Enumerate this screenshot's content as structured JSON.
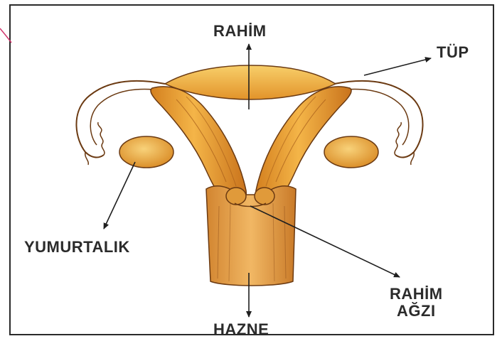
{
  "labels": {
    "rahim": "RAHİM",
    "tup": "TÜP",
    "yumurtalik": "YUMURTALIK",
    "rahim_agzi_line1": "RAHİM",
    "rahim_agzi_line2": "AĞZI",
    "hazne": "HAZNE"
  },
  "colors": {
    "tissue_light": "#f6c45a",
    "tissue_mid": "#e89a2a",
    "tissue_dark": "#b9661a",
    "outline": "#6b3a12",
    "arrow": "#1f1f1f",
    "border": "#2a2a2a",
    "accent_line": "#d1336b"
  }
}
